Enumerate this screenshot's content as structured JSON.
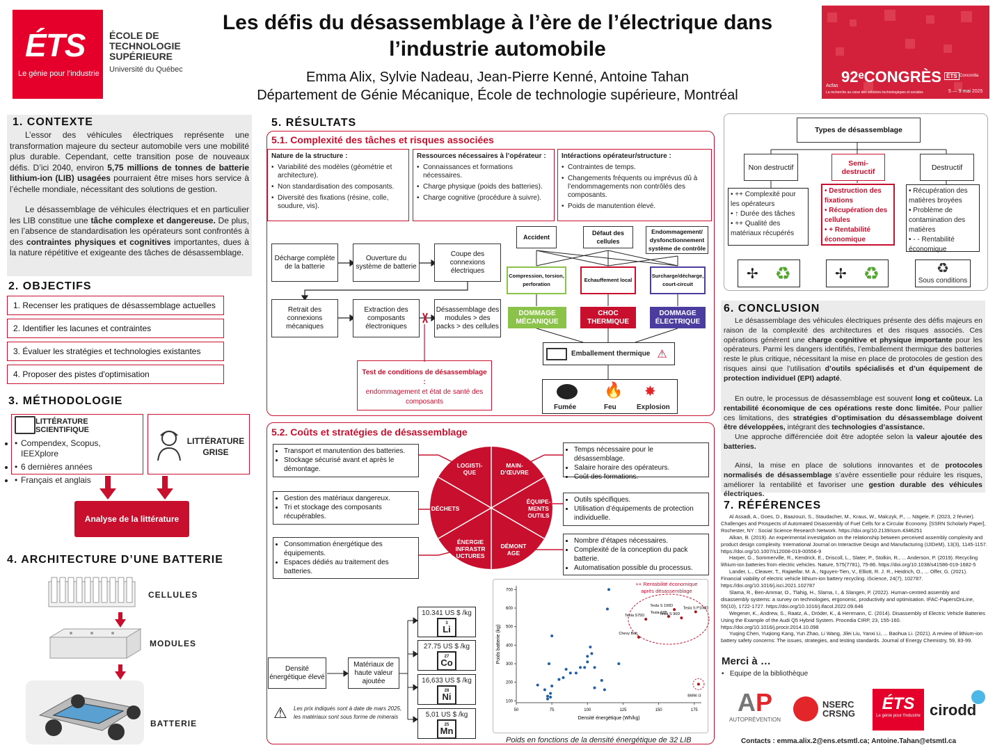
{
  "header": {
    "title_line1": "Les défis du désassemblage à l’ère de l’électrique dans",
    "title_line2": "l’industrie automobile",
    "authors": "Emma Alix, Sylvie Nadeau, Jean-Pierre Kenné, Antoine Tahan",
    "dept": "Département de Génie Mécanique, École de technologie supérieure, Montréal"
  },
  "logo": {
    "ets": "ÉTS",
    "slogan": "Le génie pour l’industrie",
    "school1": "ÉCOLE DE",
    "school2": "TECHNOLOGIE",
    "school3": "SUPÉRIEURE",
    "univ": "Université du Québec"
  },
  "congres": {
    "acfas": "Acfas",
    "title": "92ᵉCONGRÈS",
    "sub": "La recherche au cœur des solutions technologiques et sociales",
    "date": "5 — 9 mai 2025",
    "ets": "ÉTS",
    "concordia": "Concordia"
  },
  "contexte": {
    "title": "1. CONTEXTE",
    "p1a": "L’essor des véhicules électriques représente une transformation majeure du secteur automobile vers une mobilité plus durable. Cependant, cette transition pose de nouveaux défis. D’ici 2040, environ ",
    "p1b": "5,75 millions de tonnes de batterie lithium-ion (LIB) usagées",
    "p1c": " pourraient être mises hors service à l’échelle mondiale, nécessitant des solutions de gestion.",
    "p2a": "Le désassemblage de véhicules électriques et en particulier les LIB constitue une ",
    "p2b": "tâche complexe et dangereuse.",
    "p2c": " De plus, en l’absence de standardisation les opérateurs sont confrontés à des ",
    "p2d": "contraintes physiques et cognitives",
    "p2e": " importantes, dues à la nature répétitive et exigeante des tâches de désassemblage."
  },
  "objectifs": {
    "title": "2. OBJECTIFS",
    "items": [
      "1. Recenser les pratiques de désassemblage actuelles",
      "2. Identifier les lacunes et contraintes",
      "3. Évaluer les stratégies et technologies existantes",
      "4. Proposer des pistes d'optimisation"
    ]
  },
  "methodo": {
    "title": "3. MÉTHODOLOGIE",
    "lit_title": "LITTÉRATURE SCIENTIFIQUE",
    "lit_items": [
      "Compendex, Scopus, IEEXplore",
      "6 dernières années",
      "Français et anglais"
    ],
    "grise1": "LITTÉRATURE",
    "grise2": "GRISE",
    "analyse": "Analyse de la littérature"
  },
  "archi": {
    "title": "4. ARCHITECTURE D’UNE BATTERIE",
    "cellules": "CELLULES",
    "modules": "MODULES",
    "batterie": "BATTERIE"
  },
  "resultats": {
    "title": "5. RÉSULTATS",
    "s1": "5.1. Complexité des tâches et risques associées",
    "s2": "5.2. Coûts et stratégies de désassemblage"
  },
  "cols": [
    {
      "title": "Nature de la structure :",
      "items": [
        "Variabilité des modèles (géométrie et architecture).",
        "Non standardisation des composants.",
        "Diversité des fixations (résine, colle, soudure, vis)."
      ]
    },
    {
      "title": "Ressources nécessaires à l’opérateur :",
      "items": [
        "Connaissances et formations nécessaires.",
        "Charge physique (poids des batteries).",
        "Charge cognitive (procédure à suivre)."
      ]
    },
    {
      "title": "Intéractions opérateur/structure :",
      "items": [
        "Contraintes de temps.",
        "Changements fréquents ou imprévus dû à l’endommagements non contrôlés des composants.",
        "Poids de manutention élevé."
      ]
    }
  ],
  "steps": [
    "Décharge complète de la batterie",
    "Ouverture du système de batterie",
    "Coupe des connexions électriques",
    "Retrait des connexions mécaniques",
    "Extraction des composants électroniques",
    "Désassemblage des modules > des packs > des cellules"
  ],
  "test": {
    "title": "Test de conditions de désassemblage :",
    "body": "endommagement et état de santé des composants"
  },
  "risks": {
    "causes": [
      "Accident",
      "Défaut des cellules",
      "Endommagement/ dysfonctionnement système de contrôle"
    ],
    "mechs": [
      "Compression, torsion, perforation",
      "Echauffement local",
      "Surcharge/décharge, court-circuit"
    ],
    "types": [
      "DOMMAGE MÉCANIQUE",
      "CHOC THERMIQUE",
      "DOMMAGE ÉLECTRIQUE"
    ],
    "thermal": "Emballement thermique",
    "effects": [
      "Fumée",
      "Feu",
      "Explosion"
    ]
  },
  "types": {
    "root": "Types de désassemblage",
    "nd": "Non destructif",
    "semi": "Semi-destructif",
    "d": "Destructif",
    "nd_items": [
      "++ Complexité pour les opérateurs",
      "↑ Durée des tâches",
      "++ Qualité des matériaux récupérés"
    ],
    "semi_items": [
      "Destruction des fixations",
      "Récupération des cellules",
      "+ Rentabilité économique"
    ],
    "d_items": [
      "Récupération des matières broyées",
      "Problème de contamination des matières",
      "- - Rentabilité économique"
    ],
    "sous": "Sous conditions"
  },
  "costs": {
    "left": [
      [
        "Transport et manutention des batteries.",
        "Stockage sécurisé avant et après le démontage."
      ],
      [
        "Gestion des matériaux dangereux.",
        "Tri et stockage des composants récupérables."
      ],
      [
        "Consommation énergétique des équipements.",
        "Espaces dédiés au traitement des batteries."
      ]
    ],
    "right": [
      [
        "Temps nécessaire pour le désassemblage.",
        "Salaire horaire des opérateurs.",
        "Coût des formations."
      ],
      [
        "Outils spécifiques.",
        "Utilisation d’équipements de protection individuelle."
      ],
      [
        "Nombre d’étapes nécessaires.",
        "Complexité de la conception du pack batterie.",
        "Automatisation possible du processus."
      ]
    ],
    "pie": [
      "LOGISTI-QUE",
      "MAIN-D’ŒUVRE",
      "ÉQUIPE-MENTS OUTILS",
      "DÉMONT AGE",
      "ÉNERGIE INFRASTR UCTURES",
      "DÉCHETS"
    ]
  },
  "materials": {
    "densite": "Densité énergétique élevé",
    "valeur": "Matériaux de haute valeur ajoutée",
    "items": [
      {
        "price": "10.341 US $ /kg",
        "num": "3",
        "sym": "Li"
      },
      {
        "price": "27.75 US $ /kg",
        "num": "27",
        "sym": "Co"
      },
      {
        "price": "16,633 US $ /kg",
        "num": "28",
        "sym": "Ni"
      },
      {
        "price": "5,01 US $ /kg",
        "num": "25",
        "sym": "Mn"
      }
    ],
    "note": "Les prix indiqués sont à date de mars 2025, les matériaux sont sous forme de minerais"
  },
  "chart_data": {
    "type": "scatter",
    "xlabel": "Densité énergétique (Wh/kg)",
    "ylabel": "Poids batterie (kg)",
    "caption": "Poids en fonctions de la densité énergétique de 32 LIB",
    "annot1": "++ Rentabilité économique",
    "annot2": "après désassemblage",
    "xlim": [
      50,
      180
    ],
    "ylim": [
      90,
      720
    ],
    "xticks": [
      50,
      75,
      100,
      125,
      150,
      175
    ],
    "yticks": [
      100,
      200,
      300,
      400,
      500,
      600,
      700
    ],
    "points": [
      [
        115,
        700
      ],
      [
        114,
        595
      ],
      [
        75,
        450
      ],
      [
        73,
        300
      ],
      [
        75,
        180
      ],
      [
        72,
        125
      ],
      [
        74,
        120
      ],
      [
        72,
        110
      ],
      [
        65,
        185
      ],
      [
        70,
        160
      ],
      [
        80,
        215
      ],
      [
        83,
        225
      ],
      [
        88,
        250
      ],
      [
        85,
        270
      ],
      [
        92,
        250
      ],
      [
        95,
        280
      ],
      [
        98,
        280
      ],
      [
        100,
        340
      ],
      [
        103,
        355
      ],
      [
        102,
        390
      ],
      [
        100,
        310
      ],
      [
        105,
        280
      ],
      [
        110,
        210
      ],
      [
        112,
        160
      ],
      [
        122,
        300
      ],
      [
        105,
        170
      ],
      [
        74,
        140
      ]
    ],
    "named": [
      {
        "name": "Tesla S 100D",
        "x": 161,
        "y": 592
      },
      {
        "name": "Tesla S85",
        "x": 157,
        "y": 555
      },
      {
        "name": "Tesla S P100D",
        "x": 176,
        "y": 580
      },
      {
        "name": "Tesla S75D",
        "x": 141,
        "y": 540
      },
      {
        "name": "Tesla S 90D",
        "x": 166,
        "y": 547
      },
      {
        "name": "Chevy Bolt",
        "x": 136,
        "y": 443
      },
      {
        "name": "BMW i3",
        "x": 178,
        "y": 190
      }
    ]
  },
  "conclusion": {
    "title": "6. CONCLUSION",
    "p1a": "Le désassemblage des véhicules électriques présente des défis majeurs en raison de la complexité des architectures et des risques associés. Ces opérations génèrent une ",
    "p1b": "charge cognitive et physique importante",
    "p1c": " pour les opérateurs. Parmi les dangers identifiés, l’emballement thermique des batteries reste le plus critique, nécessitant la mise en place de protocoles de gestion des risques ainsi que l’utilisation ",
    "p1d": "d’outils spécialisés et d’un équipement de protection individuel (EPI) adapté",
    "p1e": ".",
    "p2a": "En outre, le processus de désassemblage est souvent ",
    "p2b": "long et coûteux.",
    "p2c": " La ",
    "p2d": "rentabilité économique de ces opérations reste donc limitée.",
    "p2e": " Pour pallier ces limitations, des ",
    "p2f": "stratégies d’optimisation du désassemblage doivent être développées,",
    "p2g": " intégrant des ",
    "p2h": "technologies d’assistance.",
    "p3a": "Une approche différenciée doit être adoptée selon la ",
    "p3b": "valeur ajoutée des batteries.",
    "p4a": "Ainsi, la mise en place de solutions innovantes et de ",
    "p4b": "protocoles normalisés de désassemblage",
    "p4c": " s’avère essentielle pour réduire les risques, améliorer la rentabilité et favoriser une ",
    "p4d": "gestion durable des véhicules électriques."
  },
  "references": {
    "title": "7. RÉFÉRENCES",
    "items": [
      "Al Assadi, A., Goes, D., Baazouzi, S., Staudacher, M., Kraus, W., Malczyk, P., ... Nägele, F. (2023, 2 février). Challenges and Prospects of Automated Disassembly of Fuel Cells for a Circular Economy. [SSRN Scholarly Paper], Rochester, NY : Social Science Research Network. https://doi.org/10.2139/ssrn.4346251",
      "Alkan, B. (2019). An experimental investigation on the relationship between perceived assembly complexity and product design complexity. International Journal on Interactive Design and Manufacturing (IJIDeM), 13(3), 1145-1157. https://doi.org/10.1007/s12008-019-00556-9",
      "Harper, G., Sommerville, R., Kendrick, E., Driscoll, L., Slater, P., Stolkin, R., ... Anderson, P. (2019). Recycling lithium-ion batteries from electric vehicles. Nature, 575(7781), 75-86. https://doi.org/10.1038/s41586-019-1682-5",
      "Lander, L., Cleaver, T., Rajaeifar, M. A., Nguyen-Tien, V., Elliott, R. J. R., Heidrich, O., ... Offer, G. (2021). Financial viability of electric vehicle lithium-ion battery recycling. iScience, 24(7), 102787. https://doi.org/10.1016/j.isci.2021.102787",
      "Slama, R., Ben-Ammar, O., Tlahig, H., Slama, I., & Slangen, P. (2022). Human-centred assembly and disassembly systems: a survey on technologies, ergonomic, productivity and optimisation. IFAC-PapersOnLine, 55(10), 1722-1727. https://doi.org/10.1016/j.ifacol.2022.09.646",
      "Wegener, K., Andrew, S., Raatz, A., Dröder, K., & Herrmann, C. (2014). Disassembly of Electric Vehicle Batteries Using the Example of the Audi Q5 Hybrid System. Procedia CIRP, 23, 155-160. https://doi.org/10.1016/j.procir.2014.10.098",
      "Yuqing Chen, Yuqiong Kang, Yun Zhao, Li Wang, Jilei Liu, Yanxi Li, ... Baohua Li. (2021). A review of lithium-ion battery safety concerns: The issues, strategies, and testing standards. Journal of Energy Chemistry, 59, 83-99."
    ]
  },
  "merci": {
    "title": "Merci à …",
    "item": "Equipe de la bibliothèque",
    "logos": [
      "AUTOPRÉVENTION",
      "NSERC",
      "CRSNG",
      "ÉTS",
      "cirodd"
    ],
    "contacts": "Contacts : emma.alix.2@ens.etsmtl.ca; Antoine.Tahan@etsmtl.ca"
  }
}
